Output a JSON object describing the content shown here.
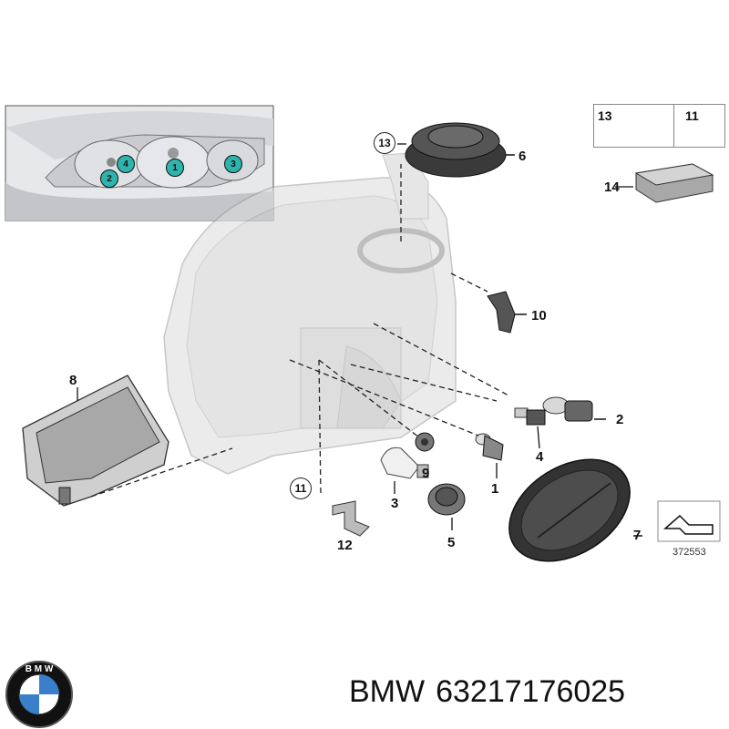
{
  "inset": {
    "badges": [
      {
        "label": "4"
      },
      {
        "label": "1"
      },
      {
        "label": "3"
      },
      {
        "label": "2"
      }
    ],
    "badge_color": "#2fb3ad"
  },
  "callouts": {
    "c1": "1",
    "c2": "2",
    "c3": "3",
    "c4": "4",
    "c5": "5",
    "c6": "6",
    "c7": "7",
    "c8": "8",
    "c9": "9",
    "c10": "10",
    "c12": "12",
    "c14": "14",
    "circled11": "11",
    "circled13": "13"
  },
  "boxes": {
    "b13": "13",
    "b11": "11"
  },
  "reference": "372553",
  "caption": {
    "brand": "BMW",
    "part_number": "63217176025"
  },
  "logo": {
    "text": "BMW",
    "colors": {
      "ring": "#111111",
      "blue": "#3a7fc9",
      "white": "#ffffff"
    }
  }
}
